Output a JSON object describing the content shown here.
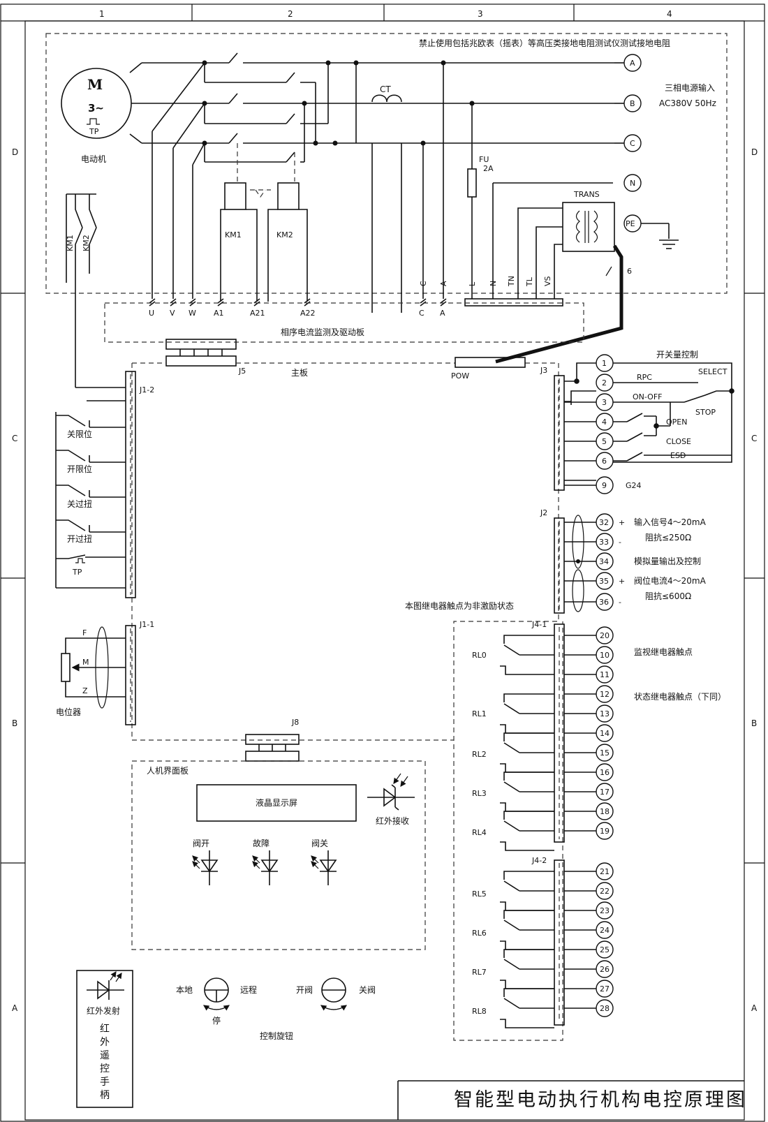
{
  "frame": {
    "columns": [
      "1",
      "2",
      "3",
      "4"
    ],
    "rows": [
      "D",
      "C",
      "B",
      "A"
    ]
  },
  "title": "智能型电动执行机构电控原理图",
  "notes": {
    "top_warning": "禁止使用包括兆欧表（摇表）等高压类接地电阻测试仪测试接地电阻",
    "relay_note": "本图继电器触点为非激励状态"
  },
  "motor": {
    "symbol": "M",
    "phase": "3~",
    "tp": "TP",
    "label": "电动机"
  },
  "power_input": {
    "phases": [
      "A",
      "B",
      "C",
      "N",
      "PE"
    ],
    "label_line1": "三相电源输入",
    "label_line2": "AC380V  50Hz",
    "ct": "CT",
    "fuse": "FU",
    "fuse_rating": "2A",
    "trans": "TRANS",
    "bus_count": "6"
  },
  "contactors": [
    "KM1",
    "KM2"
  ],
  "upper_terminals": [
    "U",
    "V",
    "W",
    "A1",
    "A21",
    "A22",
    "C",
    "A"
  ],
  "trans_terminals": [
    "C",
    "A",
    "L",
    "N",
    "TN",
    "TL",
    "VS"
  ],
  "boards": {
    "phase_board": "相序电流监测及驱动板",
    "main_board": "主板",
    "hmi_board": "人机界面板"
  },
  "connectors": {
    "j5": "J5",
    "pow": "POW",
    "j3": "J3",
    "j2": "J2",
    "j1_2": "J1-2",
    "j1_1": "J1-1",
    "j8": "J8",
    "j4_1": "J4-1",
    "j4_2": "J4-2"
  },
  "limit_switches": [
    "关限位",
    "开限位",
    "关过扭",
    "开过扭",
    "TP"
  ],
  "potentiometer": {
    "f": "F",
    "m": "M",
    "z": "Z",
    "label": "电位器"
  },
  "j3_terminals": [
    {
      "num": "1",
      "label": "开关量控制"
    },
    {
      "num": "2",
      "label": "RPC"
    },
    {
      "num": "3",
      "label": "ON-OFF"
    },
    {
      "num": "4",
      "label": "OPEN"
    },
    {
      "num": "5",
      "label": "CLOSE"
    },
    {
      "num": "6",
      "label": "ESD"
    },
    {
      "num": "9",
      "label": "G24"
    }
  ],
  "select_label": "SELECT",
  "stop_label": "STOP",
  "j2_terminals": [
    {
      "num": "32",
      "sign": "+",
      "label": "输入信号4～20mA"
    },
    {
      "num": "33",
      "sign": "-",
      "label": "阻抗≤250Ω"
    },
    {
      "num": "34",
      "sign": "",
      "label": "模拟量输出及控制"
    },
    {
      "num": "35",
      "sign": "+",
      "label": "阀位电流4～20mA"
    },
    {
      "num": "36",
      "sign": "-",
      "label": "阻抗≤600Ω"
    }
  ],
  "j4_1_terminals": [
    "20",
    "10",
    "11",
    "12",
    "13",
    "14",
    "15",
    "16",
    "17",
    "18",
    "19"
  ],
  "j4_2_terminals": [
    "21",
    "22",
    "23",
    "24",
    "25",
    "26",
    "27",
    "28"
  ],
  "relays_1": [
    "RL0",
    "RL1",
    "RL2",
    "RL3",
    "RL4"
  ],
  "relays_2": [
    "RL5",
    "RL6",
    "RL7",
    "RL8"
  ],
  "relay_labels": {
    "monitor": "监视继电器触点",
    "status": "状态继电器触点（下同）"
  },
  "hmi": {
    "lcd": "液晶显示屏",
    "ir_receive": "红外接收",
    "leds": [
      "阀开",
      "故障",
      "阀关"
    ]
  },
  "remote": {
    "ir_emit": "红外发射",
    "handle": "红外遥控手柄"
  },
  "knobs": {
    "local": "本地",
    "remote": "远程",
    "stop": "停",
    "open": "开阀",
    "close": "关阀",
    "label": "控制旋钮"
  }
}
